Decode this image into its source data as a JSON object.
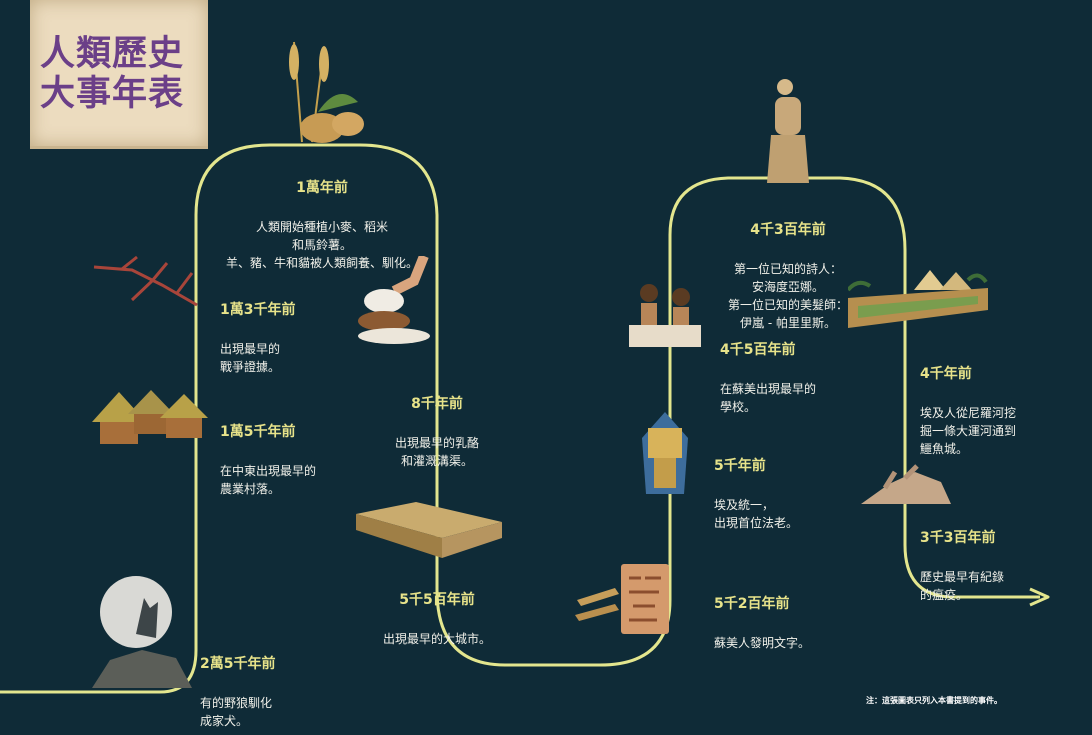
{
  "title": "人類歷史\n大事年表",
  "events": [
    {
      "date": "1萬年前",
      "desc": "人類開始種植小麥、稻米\n和馬鈴薯。\n羊、豬、牛和貓被人類飼養、馴化。"
    },
    {
      "date": "1萬3千年前",
      "desc": "出現最早的\n戰爭證據。"
    },
    {
      "date": "1萬5千年前",
      "desc": "在中東出現最早的\n農業村落。"
    },
    {
      "date": "2萬5千年前",
      "desc": "有的野狼馴化\n成家犬。"
    },
    {
      "date": "8千年前",
      "desc": "出現最早的乳酪\n和灌溉溝渠。"
    },
    {
      "date": "5千5百年前",
      "desc": "出現最早的大城市。"
    },
    {
      "date": "4千3百年前",
      "desc": "第一位已知的詩人：\n安海度亞娜。\n第一位已知的美髮師：\n伊嵐 - 帕里里斯。"
    },
    {
      "date": "4千5百年前",
      "desc": "在蘇美出現最早的\n學校。"
    },
    {
      "date": "5千年前",
      "desc": "埃及統一，\n出現首位法老。"
    },
    {
      "date": "5千2百年前",
      "desc": "蘇美人發明文字。"
    },
    {
      "date": "4千年前",
      "desc": "埃及人從尼羅河挖\n掘一條大運河通到\n鱷魚城。"
    },
    {
      "date": "3千3百年前",
      "desc": "歷史最早有紀錄\n的瘟疫。"
    }
  ],
  "note": "注：這張圖表只列入本書提到的事件。",
  "colors": {
    "background": "#0f2b37",
    "path": "#e3e68e",
    "date": "#e7e38a",
    "title": "#6b3f88",
    "banner": "#ecdcbf"
  },
  "illustrations": [
    "wheat-potato-icon",
    "branch-icon",
    "huts-icon",
    "wolf-moon-icon",
    "cheese-icon",
    "city-ruins-icon",
    "statue-icon",
    "students-icon",
    "pharaoh-icon",
    "clay-tablet-icon",
    "canal-icon",
    "plague-body-icon"
  ]
}
